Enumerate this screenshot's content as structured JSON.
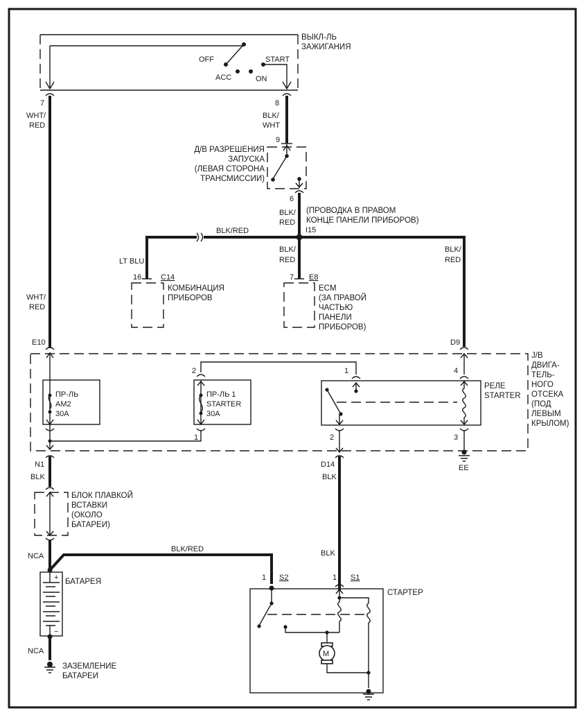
{
  "components": {
    "ignition_switch": {
      "name_lines": [
        "ВЫКЛ-ЛЬ",
        "ЗАЖИГАНИЯ"
      ],
      "positions": [
        "OFF",
        "ACC",
        "ON",
        "START"
      ],
      "pins": [
        "7",
        "8"
      ]
    },
    "neutral_switch": {
      "name_lines": [
        "Д/В РАЗРЕШЕНИЯ",
        "ЗАПУСКА",
        "(ЛЕВАЯ СТОРОНА",
        "ТРАНСМИССИИ)"
      ],
      "pins": [
        "9",
        "6"
      ]
    },
    "wiring_note": {
      "lines": [
        "(ПРОВОДКА В ПРАВОМ",
        "КОНЦЕ ПАНЕЛИ ПРИБОРОВ)"
      ],
      "splice": "I15"
    },
    "combination_meter": {
      "name_lines": [
        "КОМБИНАЦИЯ",
        "ПРИБОРОВ"
      ],
      "connector": "C14",
      "pin": "16"
    },
    "ecm": {
      "name_lines": [
        "ECM",
        "(ЗА ПРАВОЙ",
        "ЧАСТЬЮ",
        "ПАНЕЛИ",
        "ПРИБОРОВ)"
      ],
      "connector": "E8",
      "pin": "7"
    },
    "junction_block": {
      "name_lines": [
        "J/B",
        "ДВИГА-",
        "ТЕЛЬ-",
        "НОГО",
        "ОТСЕКА",
        "(ПОД",
        "ЛЕВЫМ",
        "КРЫЛОМ)"
      ],
      "connectors": [
        "E10",
        "D9",
        "N1",
        "D14"
      ]
    },
    "fuse_am2": {
      "name_lines": [
        "ПР-ЛЬ",
        "AM2",
        "30A"
      ]
    },
    "fuse_starter": {
      "name_lines": [
        "ПР-ЛЬ 1",
        "STARTER",
        "30A"
      ],
      "pins": [
        "2",
        "1"
      ]
    },
    "starter_relay": {
      "name_lines": [
        "РЕЛЕ",
        "STARTER"
      ],
      "pins": [
        "1",
        "4",
        "2",
        "3"
      ],
      "ground": "EE"
    },
    "fusible_link_block": {
      "name_lines": [
        "БЛОК ПЛАВКОЙ",
        "ВСТАВКИ",
        "(ОКОЛО",
        "БАТАРЕИ)"
      ]
    },
    "battery": {
      "name": "БАТАРЕЯ",
      "plus": "+",
      "minus": "−"
    },
    "battery_ground": {
      "name_lines": [
        "ЗАЗЕМЛЕНИЕ",
        "БАТАРЕИ"
      ]
    },
    "starter": {
      "name": "СТАРТЕР",
      "motor": "M",
      "connectors": [
        {
          "pin": "1",
          "id": "S2"
        },
        {
          "pin": "1",
          "id": "S1"
        }
      ]
    }
  },
  "wires": {
    "wht_red": [
      "WHT/",
      "RED"
    ],
    "blk_wht": [
      "BLK/",
      "WHT"
    ],
    "blk_red_stack": [
      "BLK/",
      "RED"
    ],
    "blk_red": "BLK/RED",
    "lt_blu": "LT BLU",
    "blk": "BLK",
    "nca": "NCA"
  }
}
